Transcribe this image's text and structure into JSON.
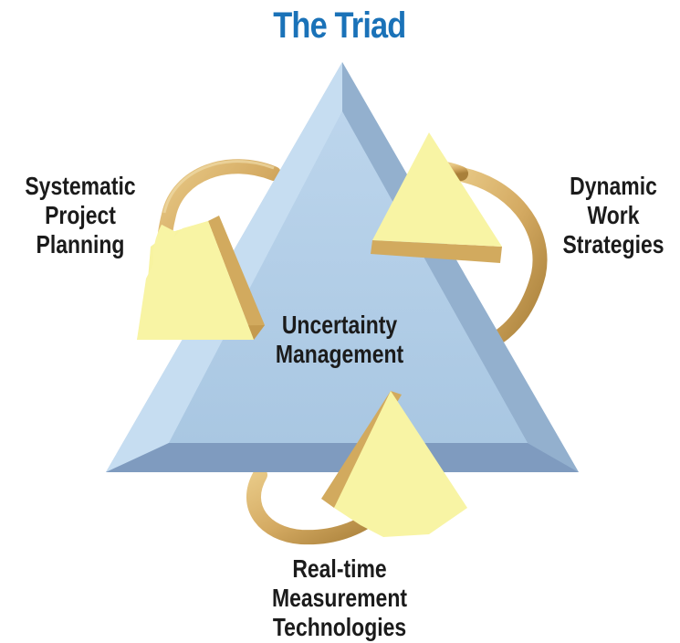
{
  "title": "The Triad",
  "center": {
    "line1": "Uncertainty",
    "line2": "Management"
  },
  "left_label": {
    "line1": "Systematic",
    "line2": "Project",
    "line3": "Planning"
  },
  "right_label": {
    "line1": "Dynamic",
    "line2": "Work",
    "line3": "Strategies"
  },
  "bottom_label": {
    "line1": "Real-time",
    "line2": "Measurement",
    "line3": "Technologies"
  },
  "colors": {
    "title": "#1a72b8",
    "triangle_face": "#b0cde6",
    "triangle_edge_light": "#c9def0",
    "triangle_edge_dark": "#8fa9c6",
    "triangle_bottom": "#7f9bbf",
    "arrow_yellow": "#f8f3a0",
    "arrow_gold": "#d4aa62",
    "arrow_gold_dark": "#b98a3e"
  }
}
